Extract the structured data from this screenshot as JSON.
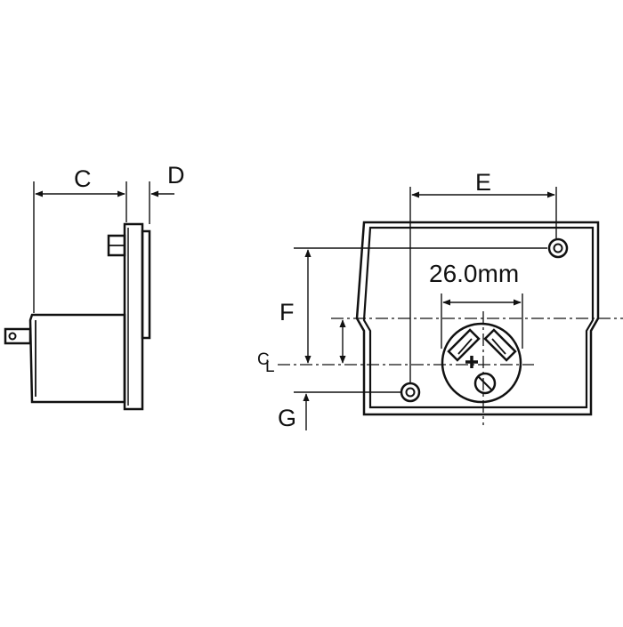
{
  "labels": {
    "c": "C",
    "d": "D",
    "e": "E",
    "f": "F",
    "g": "G",
    "cl_c": "C",
    "cl_l": "L",
    "dimension": "26.0mm"
  },
  "colors": {
    "ink": "#111111",
    "background": "#ffffff"
  }
}
